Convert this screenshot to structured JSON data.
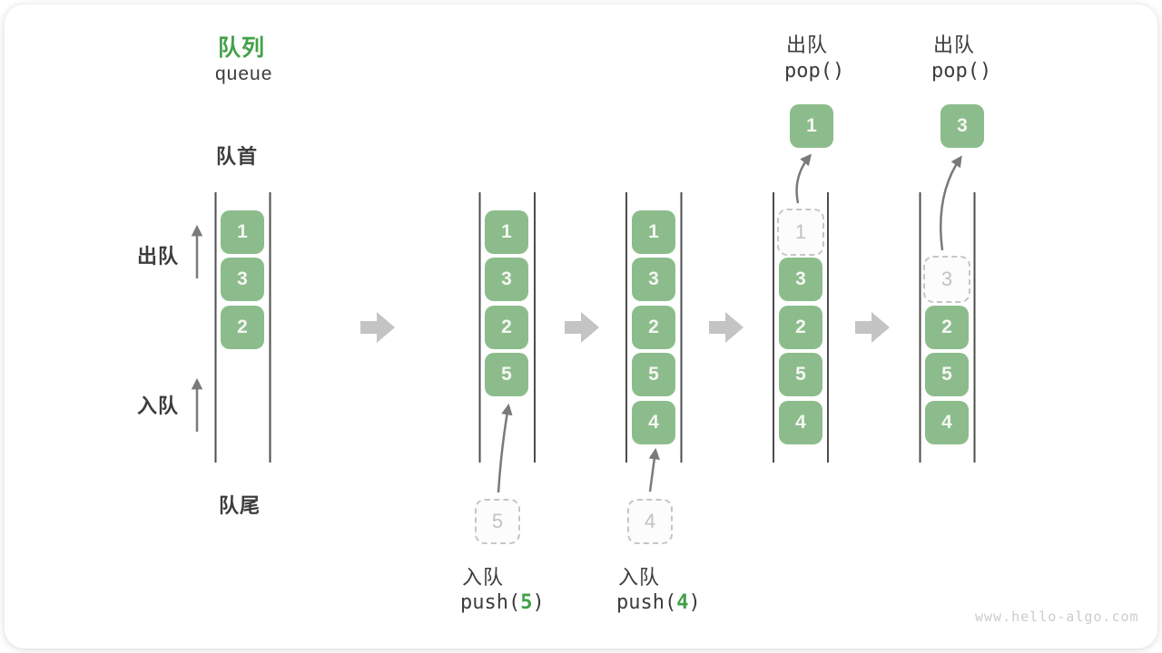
{
  "title": {
    "zh": "队列",
    "en": "queue"
  },
  "side_labels": {
    "front": "队首",
    "rear": "队尾",
    "dequeue": "出队",
    "enqueue": "入队"
  },
  "columns": [
    {
      "cells": [
        {
          "v": "1",
          "state": "solid"
        },
        {
          "v": "3",
          "state": "solid"
        },
        {
          "v": "2",
          "state": "solid"
        }
      ]
    },
    {
      "cells": [
        {
          "v": "1",
          "state": "solid"
        },
        {
          "v": "3",
          "state": "solid"
        },
        {
          "v": "2",
          "state": "solid"
        },
        {
          "v": "5",
          "state": "solid"
        }
      ],
      "pending": "5",
      "op": {
        "label": "入队",
        "prefix": "push(",
        "arg": "5",
        "suffix": ")"
      }
    },
    {
      "cells": [
        {
          "v": "1",
          "state": "solid"
        },
        {
          "v": "3",
          "state": "solid"
        },
        {
          "v": "2",
          "state": "solid"
        },
        {
          "v": "5",
          "state": "solid"
        },
        {
          "v": "4",
          "state": "solid"
        }
      ],
      "pending": "4",
      "op": {
        "label": "入队",
        "prefix": "push(",
        "arg": "4",
        "suffix": ")"
      }
    },
    {
      "cells": [
        {
          "v": "1",
          "state": "ghost"
        },
        {
          "v": "3",
          "state": "solid"
        },
        {
          "v": "2",
          "state": "solid"
        },
        {
          "v": "5",
          "state": "solid"
        },
        {
          "v": "4",
          "state": "solid"
        }
      ],
      "popped": "1",
      "op": {
        "label": "出队",
        "call": "pop()"
      }
    },
    {
      "cells": [
        {
          "v": "3",
          "state": "ghost"
        },
        {
          "v": "2",
          "state": "solid"
        },
        {
          "v": "5",
          "state": "solid"
        },
        {
          "v": "4",
          "state": "solid"
        }
      ],
      "popped": "3",
      "op": {
        "label": "出队",
        "call": "pop()"
      }
    }
  ],
  "watermark": "www.hello-algo.com",
  "colors": {
    "box_green": "#8CBC8C",
    "accent_green": "#43A047",
    "text_dark": "#3C3C3C",
    "queue_line": "#4D4D4D",
    "thin_arrow": "#7A7A7A",
    "block_arrow": "#C4C4C4",
    "ghost_border": "#C6C6C6",
    "ghost_text": "#C2C2C2",
    "watermark": "#CCCCCC"
  }
}
